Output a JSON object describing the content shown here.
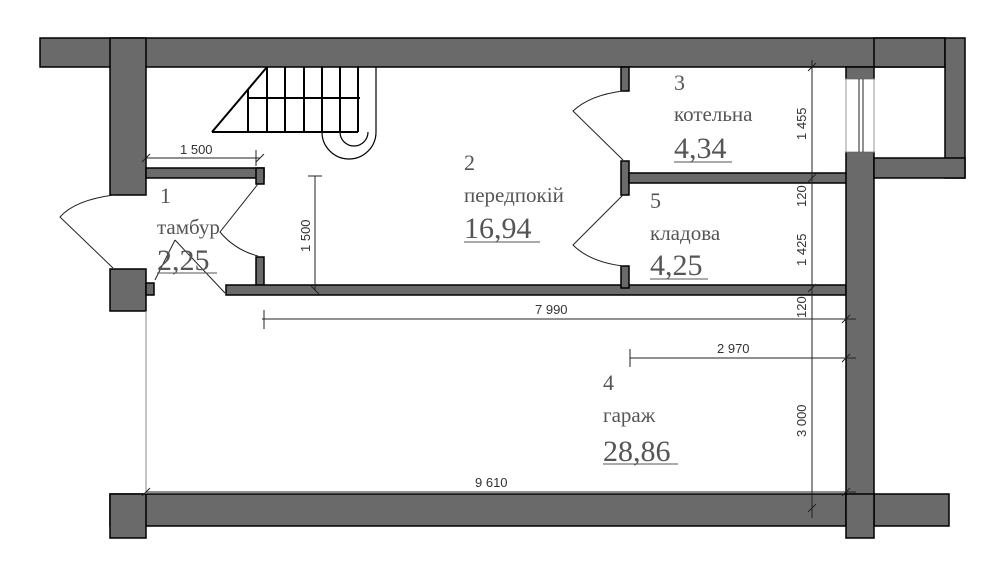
{
  "plan": {
    "colors": {
      "wall": "#6a6a6a",
      "outline": "#000000",
      "text": "#555555",
      "dim_text": "#333333"
    },
    "rooms": [
      {
        "number": "1",
        "name": "тамбур",
        "area": "2,25"
      },
      {
        "number": "2",
        "name": "передпокій",
        "area": "16,94"
      },
      {
        "number": "3",
        "name": "котельна",
        "area": "4,34"
      },
      {
        "number": "4",
        "name": "гараж",
        "area": "28,86"
      },
      {
        "number": "5",
        "name": "кладова",
        "area": "4,25"
      }
    ],
    "dimensions": {
      "tambur_width": "1 500",
      "tambur_depth": "1 500",
      "boiler_depth": "1 455",
      "wall_120_a": "120",
      "storage_depth": "1 425",
      "wall_120_b": "120",
      "corridor_length": "7 990",
      "garage_partial": "2 970",
      "garage_depth": "3 000",
      "garage_length": "9 610"
    }
  }
}
